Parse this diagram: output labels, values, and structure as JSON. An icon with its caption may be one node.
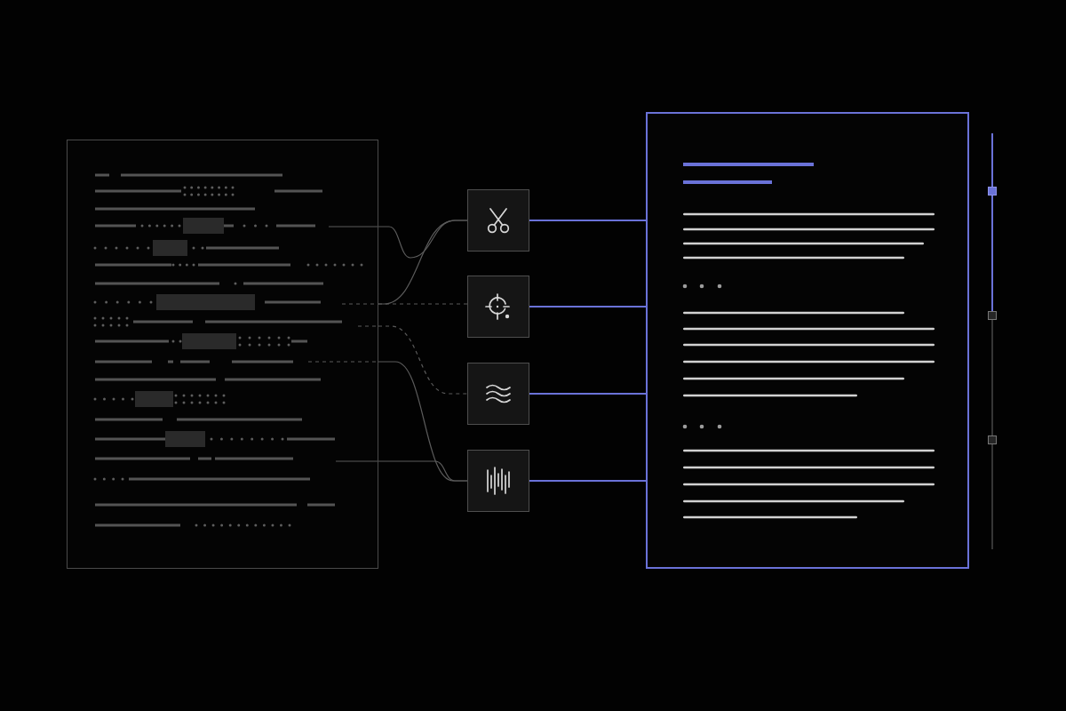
{
  "diagram": {
    "nodes": [
      {
        "text": [],
        "shape": "box"
      },
      {
        "text": [],
        "shape": "box"
      },
      {
        "text": [],
        "shape": "box"
      },
      {
        "text": [],
        "shape": "box"
      },
      {
        "text": [],
        "shape": "box"
      },
      {
        "text": [],
        "shape": "box"
      },
      {
        "text": [],
        "shape": "box"
      },
      {
        "text": [],
        "shape": "box"
      },
      {
        "text": [],
        "shape": "box"
      }
    ],
    "edges": [
      {
        "from": 0,
        "to": 1,
        "arrow": "none"
      },
      {
        "from": 0,
        "to": 1,
        "arrow": "none"
      },
      {
        "from": 0,
        "to": 2,
        "arrow": "none",
        "style": "dashed"
      },
      {
        "from": 0,
        "to": 3,
        "arrow": "none",
        "style": "dashed"
      },
      {
        "from": 0,
        "to": 4,
        "arrow": "none"
      },
      {
        "from": 0,
        "to": 4,
        "arrow": "none"
      },
      {
        "from": 1,
        "to": 5,
        "arrow": "none",
        "color": "#6a72d8"
      },
      {
        "from": 2,
        "to": 5,
        "arrow": "none",
        "color": "#6a72d8"
      },
      {
        "from": 3,
        "to": 5,
        "arrow": "none",
        "color": "#6a72d8"
      },
      {
        "from": 4,
        "to": 5,
        "arrow": "none",
        "color": "#6a72d8"
      },
      {
        "from": null,
        "to": 6,
        "arrow": "none",
        "color": "#6a72d8"
      },
      {
        "from": 6,
        "to": 7,
        "arrow": "none",
        "color": "#6a72d8"
      },
      {
        "from": 7,
        "to": 8,
        "arrow": "none"
      },
      {
        "from": 8,
        "to": null,
        "arrow": "none"
      }
    ]
  }
}
